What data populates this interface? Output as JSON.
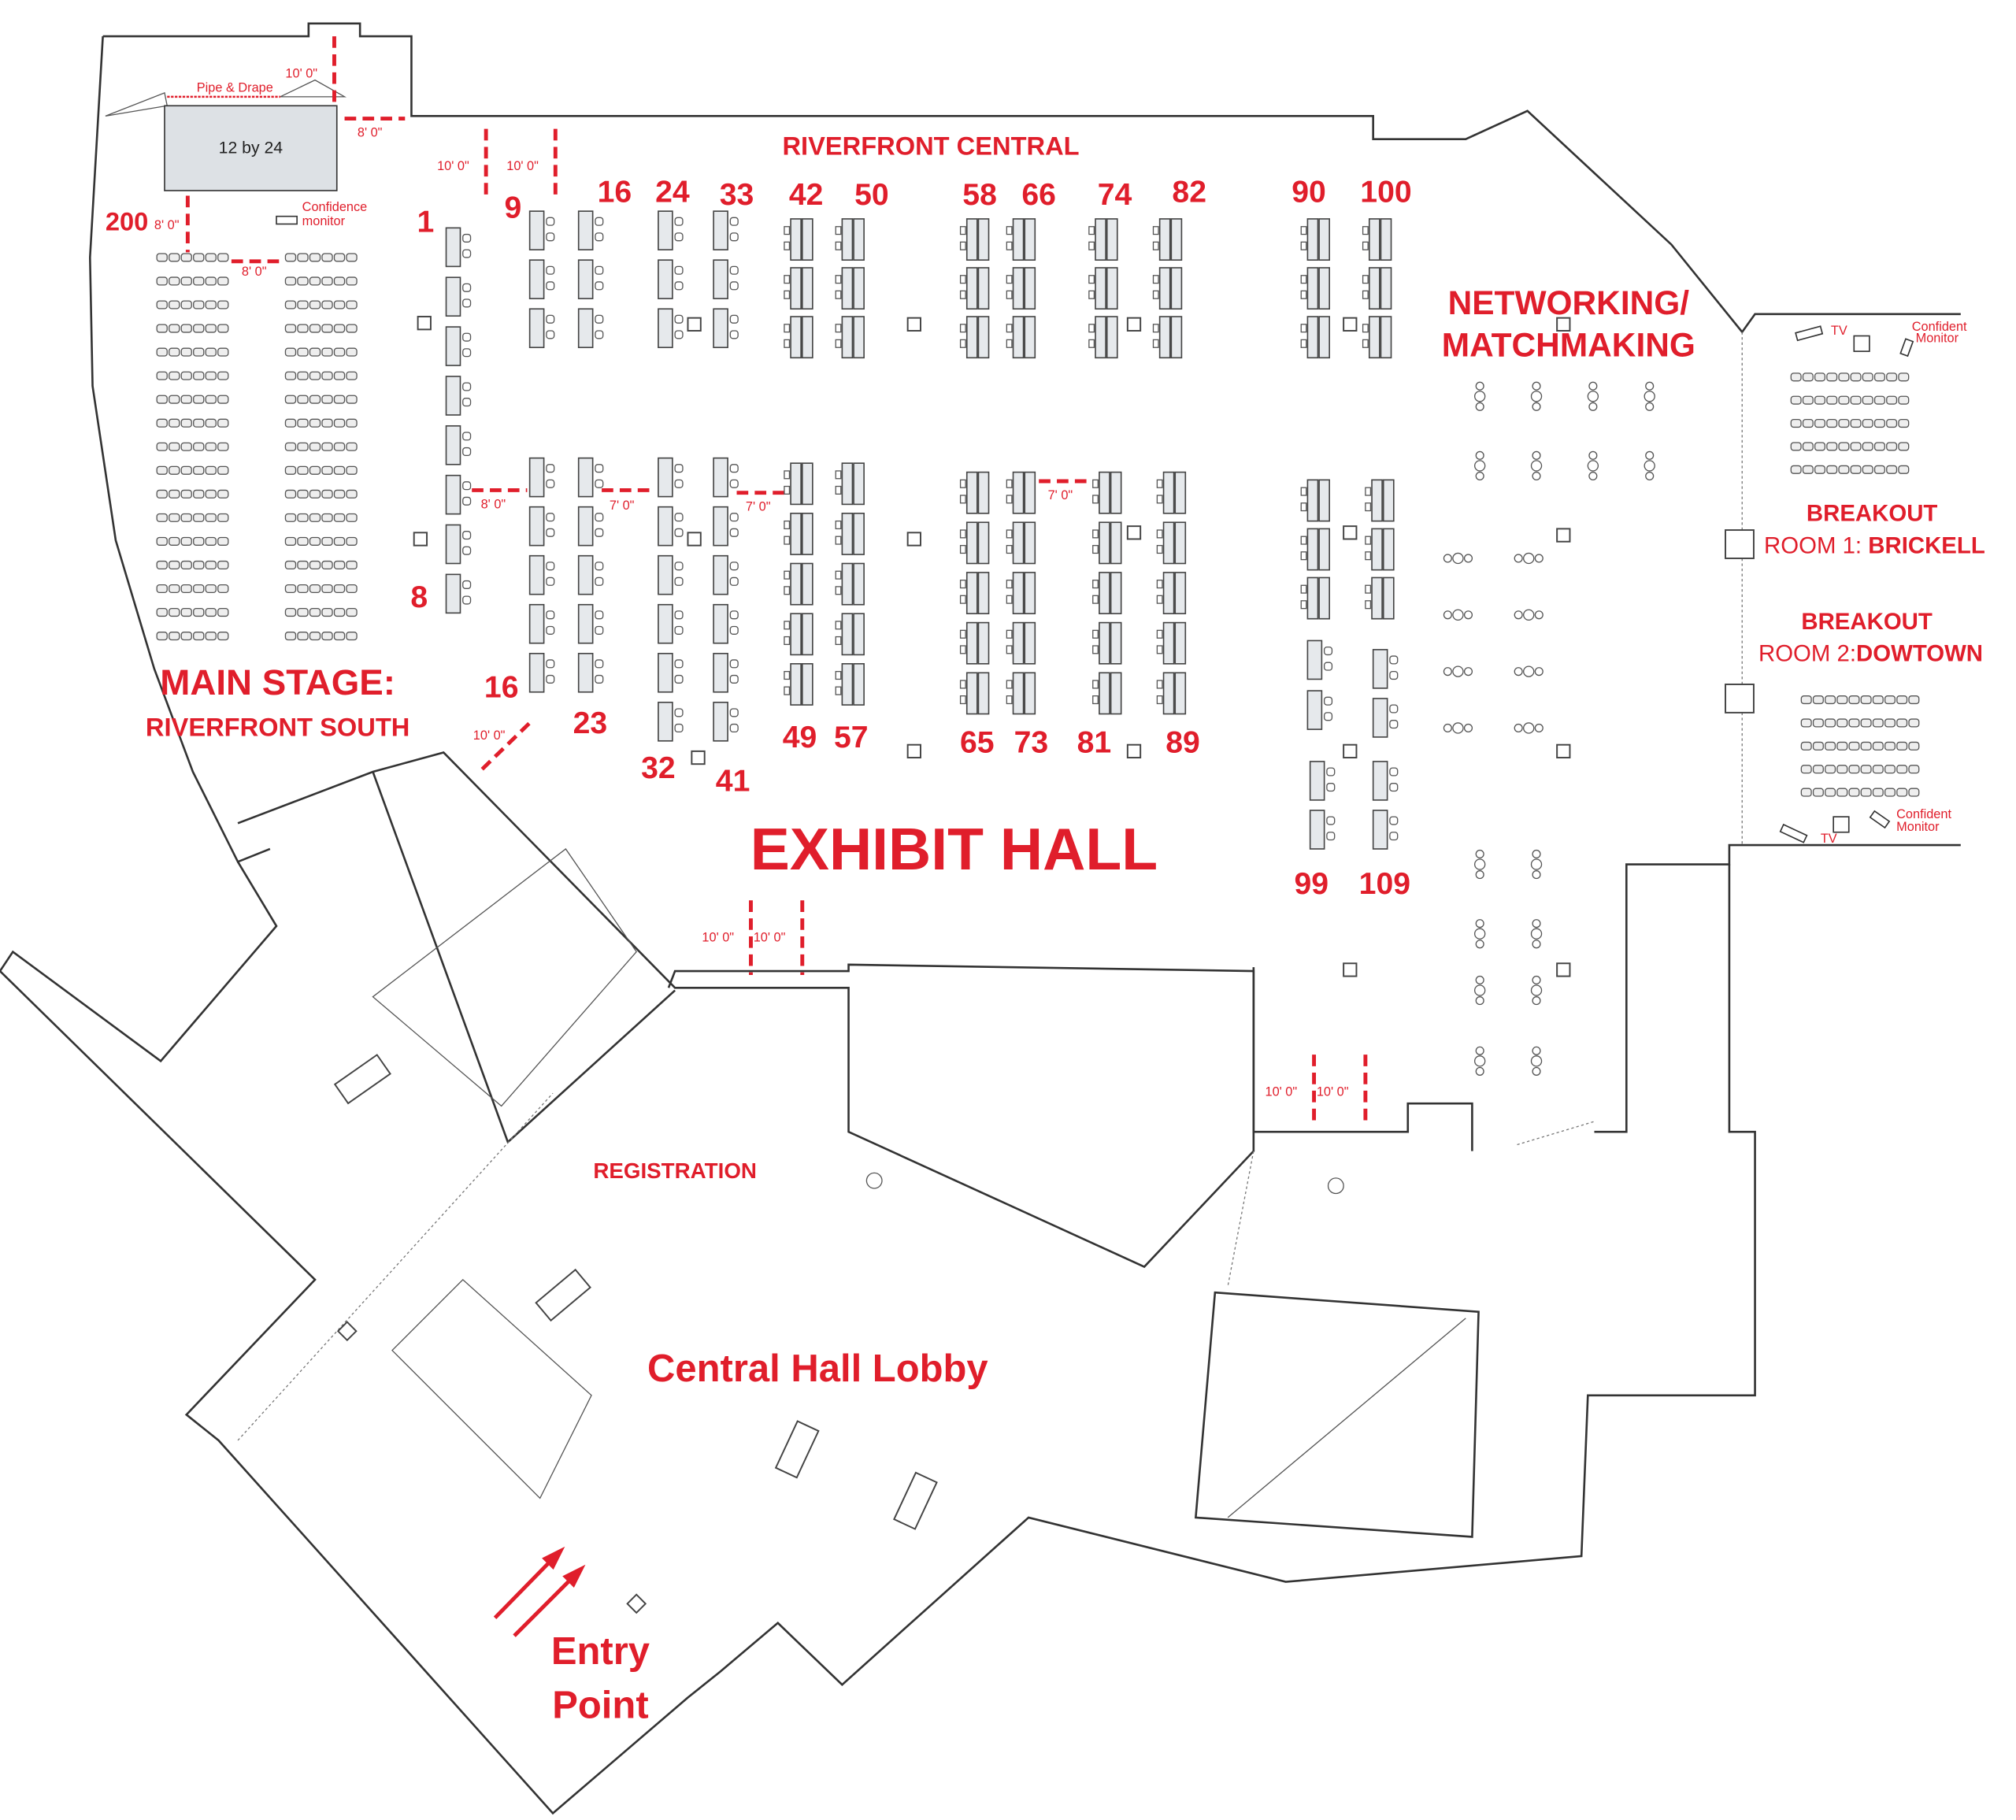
{
  "map": {
    "title": "EXHIBIT HALL",
    "areas": {
      "riverfront_central": "RIVERFRONT CENTRAL",
      "main_stage_line1": "MAIN STAGE:",
      "main_stage_line2": "RIVERFRONT SOUTH",
      "networking_line1": "NETWORKING/",
      "networking_line2": "MATCHMAKING",
      "breakout1_line1": "BREAKOUT",
      "breakout1_line2a": "ROOM 1:",
      "breakout1_line2b": "BRICKELL",
      "breakout2_line1": "BREAKOUT",
      "breakout2_line2a": "ROOM 2:",
      "breakout2_line2b": "DOWTOWN",
      "registration": "REGISTRATION",
      "lobby": "Central Hall Lobby",
      "entry_line1": "Entry",
      "entry_line2": "Point"
    },
    "stage": {
      "label": "12 by 24",
      "pipe_drape": "Pipe & Drape",
      "confidence_monitor_1": "Confidence",
      "confidence_monitor_2": "monitor",
      "stage_number": "200"
    },
    "breakout_labels": {
      "tv": "TV",
      "confident_1": "Confident",
      "confident_2": "Monitor"
    },
    "booth_numbers": [
      "1",
      "8",
      "9",
      "16",
      "16",
      "23",
      "24",
      "32",
      "33",
      "41",
      "42",
      "49",
      "50",
      "57",
      "58",
      "65",
      "66",
      "73",
      "74",
      "81",
      "82",
      "89",
      "90",
      "99",
      "100",
      "109"
    ],
    "dimensions": {
      "ten": "10' 0\"",
      "eight": "8' 0\"",
      "seven": "7' 0\""
    },
    "colors": {
      "accent": "#e01e2b",
      "booth": "#e6e9ec"
    }
  }
}
